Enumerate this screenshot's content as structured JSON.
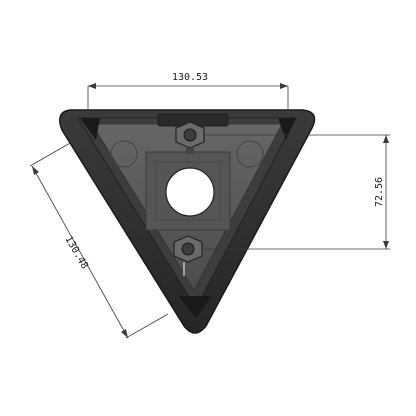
{
  "dimensions": {
    "top_width": "130.53",
    "side_length": "130.48",
    "nut_spacing": "72.56"
  },
  "colors": {
    "body_dark": "#2b2b2b",
    "body_mid": "#4a4a4a",
    "inner_face": "#5a5a5a",
    "hole": "#ffffff",
    "dimension_line": "#3a3a3a"
  },
  "icons": {
    "top_nut": "hex-nut-icon",
    "bottom_nut": "hex-nut-icon"
  }
}
